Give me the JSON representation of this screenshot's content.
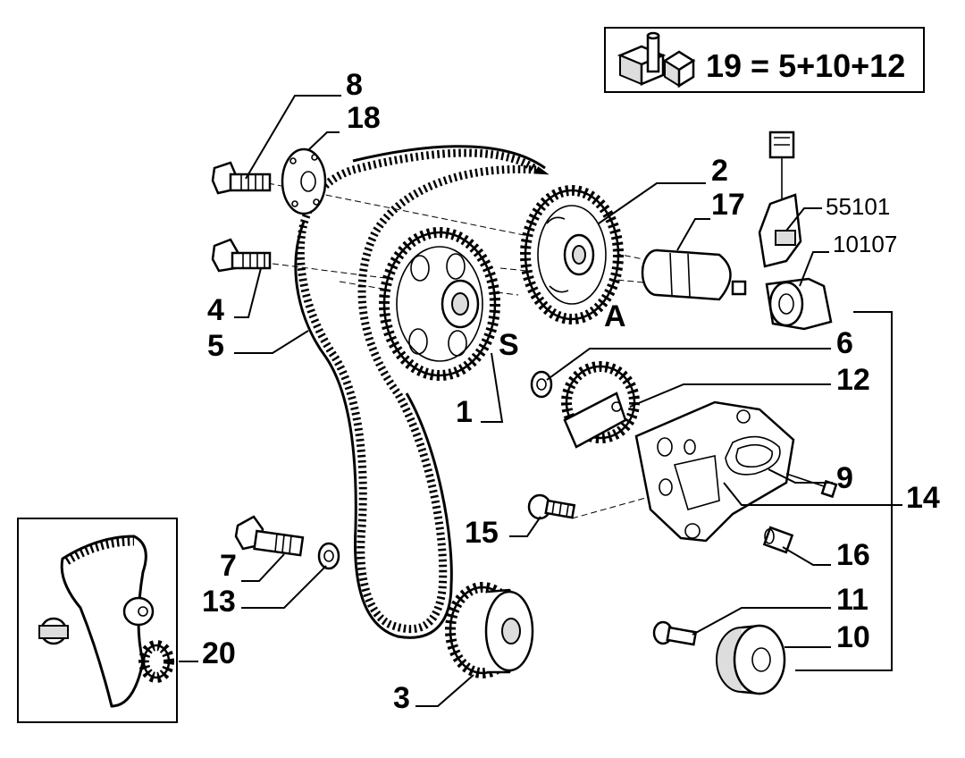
{
  "diagram": {
    "note_box": {
      "icon": "kit-icon",
      "formula": "19 = 5+10+12"
    },
    "callouts": [
      {
        "id": "c8",
        "text": "8"
      },
      {
        "id": "c18",
        "text": "18"
      },
      {
        "id": "c2",
        "text": "2"
      },
      {
        "id": "c17",
        "text": "17"
      },
      {
        "id": "c55101",
        "text": "55101"
      },
      {
        "id": "c10107",
        "text": "10107"
      },
      {
        "id": "c4",
        "text": "4"
      },
      {
        "id": "c5",
        "text": "5"
      },
      {
        "id": "c6",
        "text": "6"
      },
      {
        "id": "c12",
        "text": "12"
      },
      {
        "id": "c1",
        "text": "1"
      },
      {
        "id": "c9",
        "text": "9"
      },
      {
        "id": "c14",
        "text": "14"
      },
      {
        "id": "c15",
        "text": "15"
      },
      {
        "id": "c16",
        "text": "16"
      },
      {
        "id": "c7",
        "text": "7"
      },
      {
        "id": "c13",
        "text": "13"
      },
      {
        "id": "c11",
        "text": "11"
      },
      {
        "id": "c10",
        "text": "10"
      },
      {
        "id": "c20",
        "text": "20"
      },
      {
        "id": "c3",
        "text": "3"
      }
    ],
    "letters": {
      "s": "S",
      "a": "A"
    }
  }
}
